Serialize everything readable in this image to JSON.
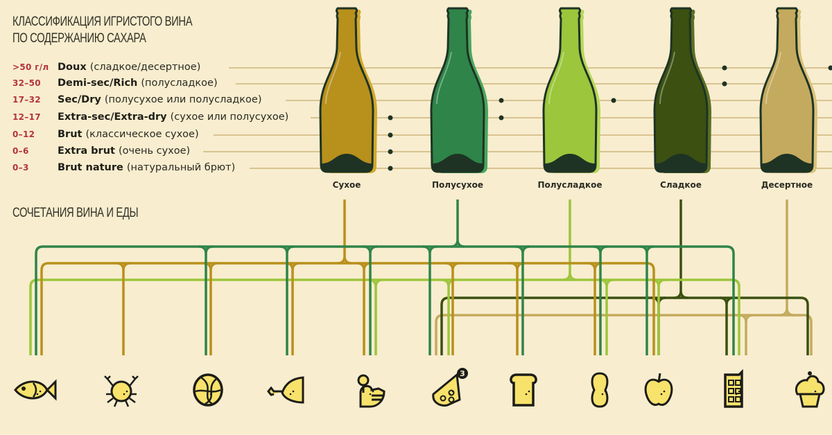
{
  "titles": {
    "classification": [
      "КЛАССИФИКАЦИЯ ИГРИСТОГО ВИНА",
      "ПО СОДЕРЖАНИЮ САХАРА"
    ],
    "pairings": "СОЧЕТАНИЯ ВИНА И ЕДЫ"
  },
  "sugar_levels": [
    {
      "range": ">50 г/л",
      "name": "Doux",
      "desc": "(сладкое/десертное)"
    },
    {
      "range": "32–50",
      "name": "Demi-sec/Rich",
      "desc": "(полусладкое)"
    },
    {
      "range": "17–32",
      "name": "Sec/Dry",
      "desc": "(полусухое или полусладкое)"
    },
    {
      "range": "12–17",
      "name": "Extra-sec/Extra-dry",
      "desc": "(сухое или полусухое)"
    },
    {
      "range": "0–12",
      "name": "Brut",
      "desc": "(классическое сухое)"
    },
    {
      "range": "0–6",
      "name": "Extra brut",
      "desc": "(очень сухое)"
    },
    {
      "range": "0–3",
      "name": "Brut nature",
      "desc": "(натуральный брют)"
    }
  ],
  "wines": [
    {
      "label": "Сухое",
      "color": "#b8901c",
      "shadow": "#d1a92e",
      "sugar_levels": [
        3,
        4,
        5,
        6
      ],
      "foods": [
        "fish",
        "crab",
        "cabbage",
        "chicken",
        "duck",
        "cheese",
        "bread",
        "peanut",
        "apple"
      ]
    },
    {
      "label": "Полусухое",
      "color": "#2f8449",
      "shadow": "#4aa65e",
      "sugar_levels": [
        2,
        3
      ],
      "foods": [
        "fish",
        "cabbage",
        "chicken",
        "duck",
        "cheese",
        "bread",
        "peanut",
        "apple",
        "chocolate"
      ]
    },
    {
      "label": "Полусладкое",
      "color": "#9cc63c",
      "shadow": "#b7d85a",
      "sugar_levels": [
        2
      ],
      "foods": [
        "fish",
        "duck",
        "cheese",
        "peanut",
        "apple",
        "chocolate"
      ]
    },
    {
      "label": "Сладкое",
      "color": "#3b5011",
      "shadow": "#5b6f25",
      "sugar_levels": [
        0,
        1
      ],
      "foods": [
        "cheese",
        "apple",
        "chocolate",
        "cupcake"
      ]
    },
    {
      "label": "Десертное",
      "color": "#c4aa5e",
      "shadow": "#d8c27a",
      "sugar_levels": [
        0
      ],
      "foods": [
        "cheese",
        "chocolate",
        "cupcake"
      ]
    }
  ],
  "foods": [
    {
      "id": "fish",
      "icon": "fish-icon"
    },
    {
      "id": "crab",
      "icon": "crab-icon"
    },
    {
      "id": "cabbage",
      "icon": "cabbage-icon"
    },
    {
      "id": "chicken",
      "icon": "chicken-leg-icon"
    },
    {
      "id": "duck",
      "icon": "duck-icon"
    },
    {
      "id": "cheese",
      "icon": "cheese-icon",
      "badge": "3"
    },
    {
      "id": "bread",
      "icon": "bread-icon"
    },
    {
      "id": "peanut",
      "icon": "peanut-icon"
    },
    {
      "id": "apple",
      "icon": "apple-icon"
    },
    {
      "id": "chocolate",
      "icon": "chocolate-icon"
    },
    {
      "id": "cupcake",
      "icon": "cupcake-icon"
    }
  ],
  "colors": {
    "background": "#f8edcf",
    "guide": "#cdb57c",
    "dark": "#1e3324",
    "food_fill": "#f7e26b",
    "range": "#b3343a"
  }
}
